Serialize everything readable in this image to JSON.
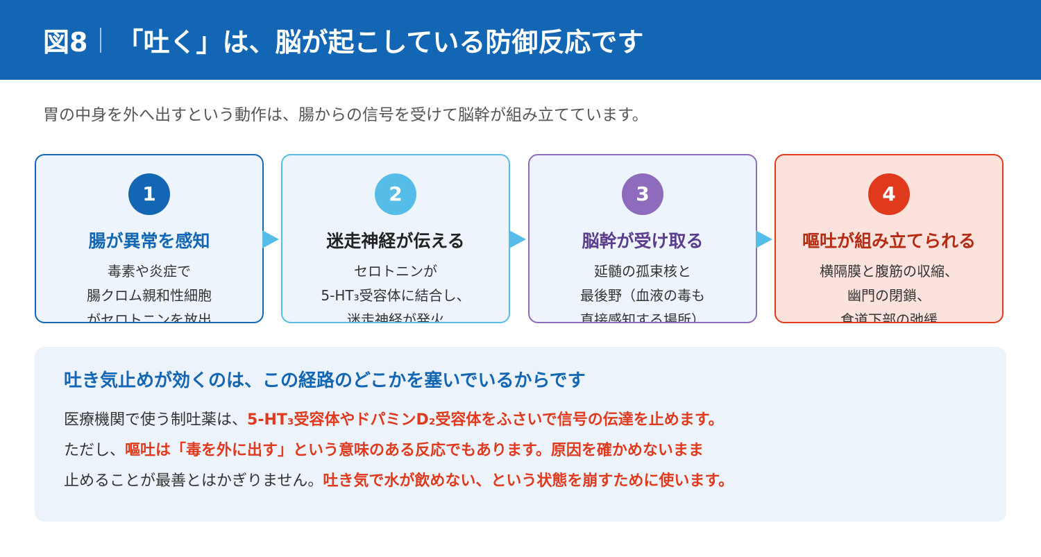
{
  "header": {
    "figure_label": "図8",
    "title": "「吐く」は、脳が起こしている防御反応です"
  },
  "subtitle": "胃の中身を外へ出すという動作は、腸からの信号を受けて脳幹が組み立てています。",
  "steps": [
    {
      "number": "1",
      "title": "腸が異常を感知",
      "lines": [
        "毒素や炎症で",
        "腸クロム親和性細胞",
        "がセロトニンを放出"
      ],
      "color": "#1266b3",
      "title_color": "#1266b3",
      "background": "#eef4fb"
    },
    {
      "number": "2",
      "title": "迷走神経が伝える",
      "lines": [
        "セロトニンが",
        "5-HT₃受容体に結合し、",
        "迷走神経が発火"
      ],
      "color": "#56bde8",
      "title_color": "#222222",
      "background": "#eef4fb"
    },
    {
      "number": "3",
      "title": "脳幹が受け取る",
      "lines": [
        "延髄の孤束核と",
        "最後野（血液の毒も",
        "直接感知する場所）"
      ],
      "color": "#8f6bbd",
      "title_color": "#5b3d8e",
      "background": "#eef4fb"
    },
    {
      "number": "4",
      "title": "嘔吐が組み立てられる",
      "lines": [
        "横隔膜と腹筋の収縮、",
        "幽門の閉鎖、",
        "食道下部の弛緩"
      ],
      "color": "#e03a1e",
      "title_color": "#b42a12",
      "background": "#fbe2dc"
    }
  ],
  "note": {
    "title": "吐き気止めが効くのは、この経路のどこかを塞いでいるからです",
    "lines": [
      [
        {
          "text": "医療機関で使う制吐薬は、",
          "highlight": false
        },
        {
          "text": "5-HT₃受容体やドパミンD₂受容体をふさいで信号の伝達を止めます。",
          "highlight": true
        }
      ],
      [
        {
          "text": "ただし、",
          "highlight": false
        },
        {
          "text": "嘔吐は「毒を外に出す」という意味のある反応でもあります。原因を確かめないまま",
          "highlight": true
        }
      ],
      [
        {
          "text": "止めることが最善とはかぎりません。",
          "highlight": false
        },
        {
          "text": "吐き気で水が飲めない、という状態を崩すために使います。",
          "highlight": true
        }
      ]
    ]
  }
}
